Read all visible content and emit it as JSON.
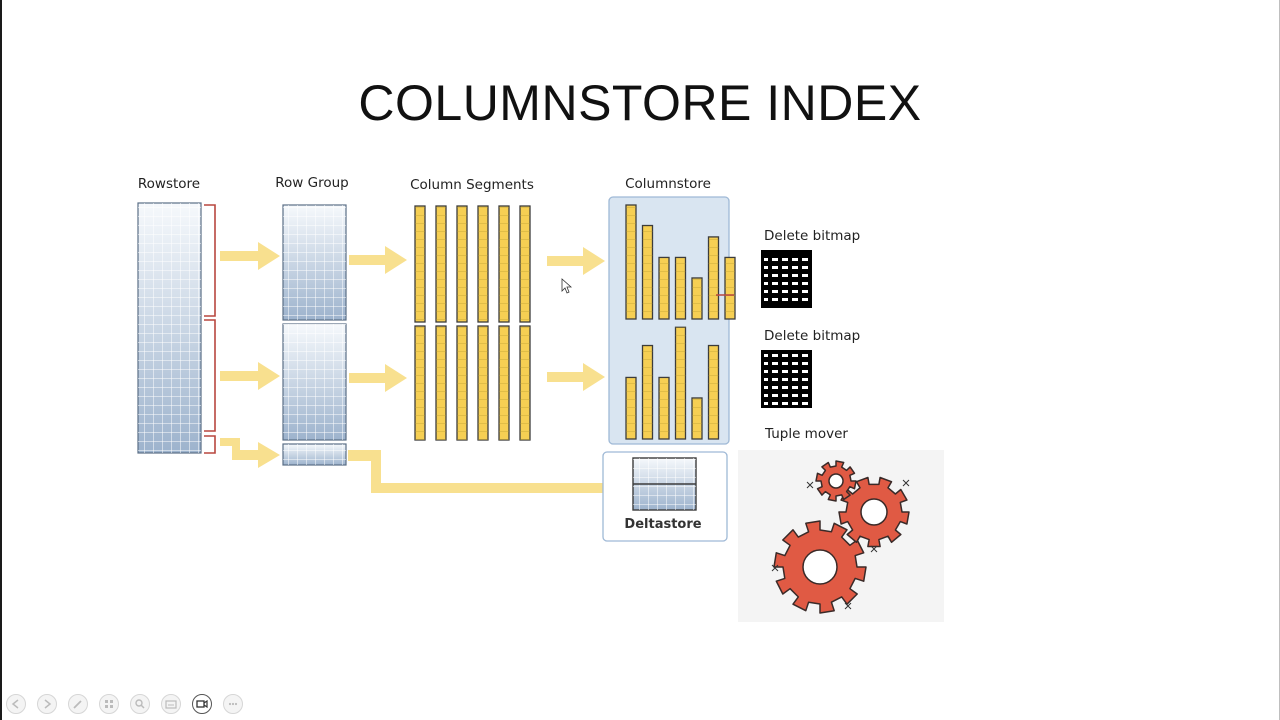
{
  "slide": {
    "title": "COLUMNSTORE INDEX"
  },
  "labels": {
    "rowstore": "Rowstore",
    "row_group": "Row Group",
    "column_segments": "Column Segments",
    "columnstore": "Columnstore",
    "deltastore": "Deltastore",
    "delete_bitmap_1": "Delete bitmap",
    "delete_bitmap_2": "Delete bitmap",
    "tuple_mover": "Tuple mover"
  },
  "colors": {
    "segment_fill": "#f6cf53",
    "segment_stroke": "#3c3c3c",
    "arrow": "#f8e08f",
    "bracket": "#b8473f",
    "columnstore_panel": "#d9e5f1",
    "panel_border": "#9fb9d6",
    "gear_red": "#e05a44",
    "grid_top": "#f4f8fc",
    "grid_bottom": "#9fb5cf"
  },
  "columnstore_bars": {
    "upper": [
      1.0,
      0.82,
      0.54,
      0.54,
      0.36,
      0.72,
      0.54
    ],
    "lower": [
      0.54,
      0.82,
      0.54,
      0.98,
      0.36,
      0.82
    ]
  },
  "toolbar": {
    "buttons": [
      "prev-icon",
      "next-icon",
      "pen-icon",
      "slides-icon",
      "zoom-icon",
      "subtitles-icon",
      "camera-icon",
      "more-icon"
    ]
  }
}
